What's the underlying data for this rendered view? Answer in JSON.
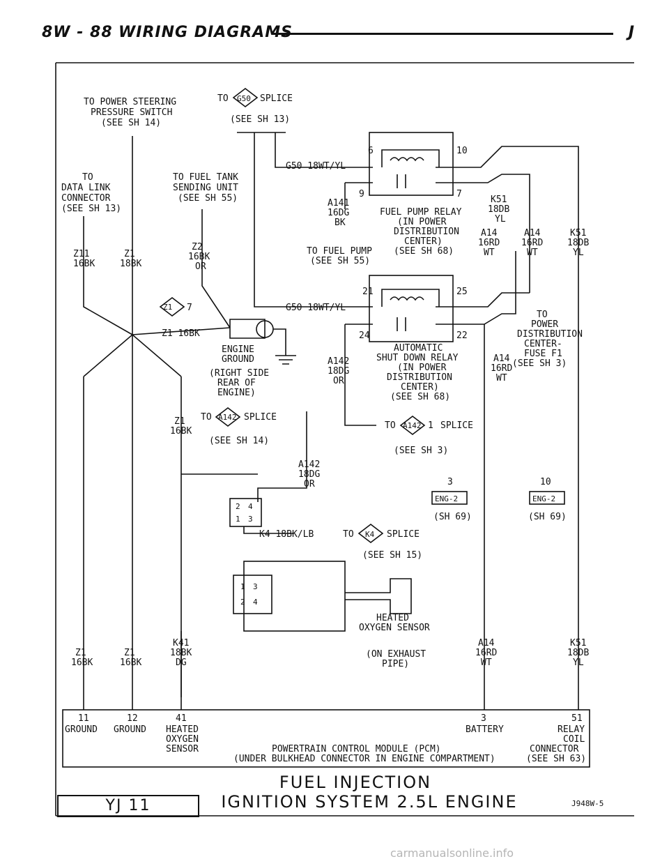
{
  "header": {
    "page": "8W - 88",
    "section": "WIRING DIAGRAMS",
    "mark": "J"
  },
  "labels": {
    "ps1": "TO POWER STEERING",
    "ps2": "PRESSURE SWITCH",
    "ps3": "(SEE SH 14)",
    "g50to": "TO",
    "g50code": "G50",
    "g50splice": "SPLICE",
    "g50see": "(SEE SH 13)",
    "g50w1": "G50 18WT/YL",
    "g50w2": "G50 18WT/YL",
    "dl1": "TO",
    "dl2": "DATA LINK",
    "dl3": "CONNECTOR",
    "dl4": "(SEE SH 13)",
    "ft1": "TO FUEL TANK",
    "ft2": "SENDING UNIT",
    "ft3": "(SEE SH 55)",
    "z11a": "Z11",
    "z11b": "16BK",
    "z1a": "Z1",
    "z1b": "18BK",
    "z2a": "Z2",
    "z2b": "16BK",
    "z2c": "OR",
    "a141a": "A141",
    "a141b": "16DG",
    "a141c": "BK",
    "fpr1": "FUEL PUMP RELAY",
    "fpr2": "(IN POWER",
    "fpr3": "DISTRIBUTION",
    "fpr4": "CENTER)",
    "fpr5": "(SEE SH 68)",
    "tfp1": "TO FUEL PUMP",
    "tfp2": "(SEE SH 55)",
    "k51a": "K51",
    "k51b": "18DB",
    "k51c": "YL",
    "a14a": "A14",
    "a14b": "16RD",
    "a14c": "WT",
    "a14d": "A14",
    "a14e": "16RD",
    "a14f": "WT",
    "k51d": "K51",
    "k51e": "18DB",
    "k51f": "YL",
    "pin6": "6",
    "pin10": "10",
    "pin9": "9",
    "pin7": "7",
    "pin21": "21",
    "pin25": "25",
    "pin24": "24",
    "pin22": "22",
    "z17code": "Z1",
    "z17num": "7",
    "z1w": "Z1 16BK",
    "eg1": "ENGINE",
    "eg2": "GROUND",
    "eg3": "(RIGHT SIDE",
    "eg4": "REAR OF",
    "eg5": "ENGINE)",
    "asd1": "AUTOMATIC",
    "asd2": "SHUT DOWN RELAY",
    "asd3": "(IN POWER",
    "asd4": "DISTRIBUTION",
    "asd5": "CENTER)",
    "asd6": "(SEE SH 68)",
    "a142a": "A142",
    "a142b": "18DG",
    "a142c": "OR",
    "a14g": "A14",
    "a14h": "16RD",
    "a14i": "WT",
    "tpd1": "TO",
    "tpd2": "POWER",
    "tpd3": "DISTRIBUTION",
    "tpd4": "CENTER-",
    "tpd5": "FUSE F1",
    "tpd6": "(SEE SH 3)",
    "z1c": "Z1",
    "z1d": "16BK",
    "s142to": "TO",
    "s142code": "A142",
    "s142splice": "SPLICE",
    "s142see": "(SEE SH 14)",
    "s1421to": "TO",
    "s1421code": "A142",
    "s1421num": "1",
    "s1421splice": "SPLICE",
    "s1421see": "(SEE SH 3)",
    "a142d": "A142",
    "a142e": "18DG",
    "a142f": "OR",
    "eng2pin3": "3",
    "eng2a": "ENG-2",
    "eng2sh1": "(SH 69)",
    "eng2pin10": "10",
    "eng2b": "ENG-2",
    "eng2sh2": "(SH 69)",
    "k4w": "K4 18BK/LB",
    "k4to": "TO",
    "k4code": "K4",
    "k4splice": "SPLICE",
    "k4see": "(SEE SH 15)",
    "p2": "2",
    "p4": "4",
    "p1": "1",
    "p3": "3",
    "q1": "1",
    "q3": "3",
    "q2": "2",
    "q4": "4",
    "hos1": "HEATED",
    "hos2": "OXYGEN SENSOR",
    "exh1": "(ON EXHAUST",
    "exh2": "PIPE)",
    "bz1a": "Z1",
    "bz1b": "16BK",
    "bz2a": "Z1",
    "bz2b": "16BK",
    "k41a": "K41",
    "k41b": "18BK",
    "k41c": "DG",
    "ba14a": "A14",
    "ba14b": "16RD",
    "ba14c": "WT",
    "bk51a": "K51",
    "bk51b": "18DB",
    "bk51c": "YL",
    "pcm11": "11",
    "pcm12": "12",
    "pcm41": "41",
    "pcm3": "3",
    "pcm51": "51",
    "pcmg1": "GROUND",
    "pcmg2": "GROUND",
    "pcmh1": "HEATED",
    "pcmh2": "OXYGEN",
    "pcmh3": "SENSOR",
    "pcmbat": "BATTERY",
    "pcmr1": "RELAY",
    "pcmr2": "COIL",
    "pcmname": "POWERTRAIN CONTROL MODULE  (PCM)",
    "pcmloc": "(UNDER BULKHEAD CONNECTOR IN ENGINE COMPARTMENT)",
    "pcmc1": "CONNECTOR",
    "pcmc2": "(SEE SH 63)"
  },
  "footer": {
    "title1": "FUEL INJECTION",
    "title2": "IGNITION SYSTEM 2.5L ENGINE",
    "page_id": "YJ 11",
    "fig_id": "J948W-5"
  },
  "watermark": "carmanualsonline.info"
}
